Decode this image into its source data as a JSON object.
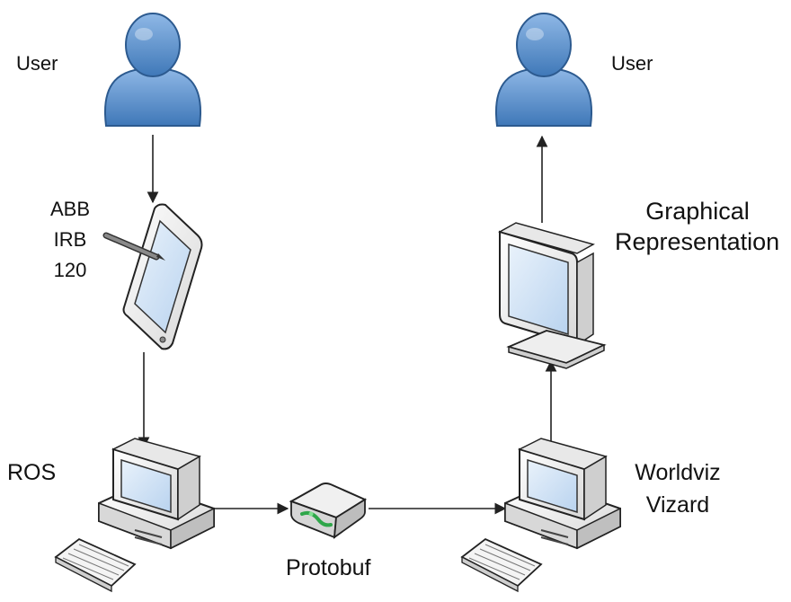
{
  "labels": {
    "user_left": "User",
    "user_right": "User",
    "tablet": {
      "line1": "ABB",
      "line2": "IRB",
      "line3": "120"
    },
    "graphical": {
      "line1": "Graphical",
      "line2": "Representation"
    },
    "ros": "ROS",
    "worldviz": {
      "line1": "Worldviz",
      "line2": "Vizard"
    },
    "protobuf": "Protobuf"
  },
  "icons": {
    "user_left": "user-icon",
    "user_right": "user-icon",
    "tablet": "tablet-icon",
    "monitor": "monitor-icon",
    "computer_left": "desktop-computer-icon",
    "computer_right": "desktop-computer-icon",
    "router": "network-device-icon"
  },
  "colors": {
    "user_fill": "#5b92cf",
    "user_stroke": "#2c5a8f",
    "screen": "#cfe1f5",
    "device_body": "#f2f2f2",
    "device_outline": "#222222",
    "led": "#2fa64a",
    "arrow": "#222222"
  }
}
